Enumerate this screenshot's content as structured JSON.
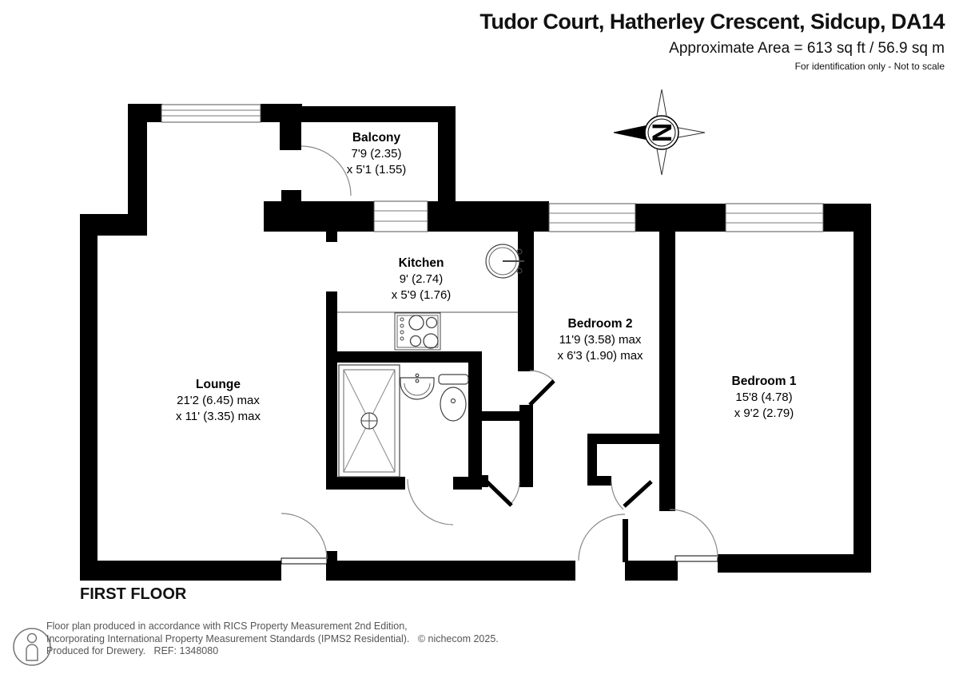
{
  "header": {
    "title": "Tudor Court, Hatherley Crescent, Sidcup, DA14",
    "area": "Approximate Area = 613 sq ft / 56.9 sq m",
    "disclaimer": "For identification only - Not to scale"
  },
  "floor_label": "FIRST FLOOR",
  "compass": {
    "letter": "N"
  },
  "rooms": {
    "balcony": {
      "name": "Balcony",
      "dim1": "7'9 (2.35)",
      "dim2": "x 5'1 (1.55)"
    },
    "kitchen": {
      "name": "Kitchen",
      "dim1": "9' (2.74)",
      "dim2": "x 5'9 (1.76)"
    },
    "lounge": {
      "name": "Lounge",
      "dim1": "21'2 (6.45) max",
      "dim2": "x 11' (3.35) max"
    },
    "bedroom2": {
      "name": "Bedroom 2",
      "dim1": "11'9 (3.58) max",
      "dim2": "x 6'3 (1.90) max"
    },
    "bedroom1": {
      "name": "Bedroom 1",
      "dim1": "15'8 (4.78)",
      "dim2": "x 9'2 (2.79)"
    }
  },
  "footer": {
    "line1": "Floor plan produced in accordance with RICS Property Measurement 2nd Edition,",
    "line2": "Incorporating International Property Measurement Standards (IPMS2 Residential).   © nichecom 2025.",
    "line3": "Produced for Drewery.   REF: 1348080"
  },
  "colors": {
    "wall": "#000000",
    "door_arc": "#888888",
    "footer_text": "#555555"
  }
}
